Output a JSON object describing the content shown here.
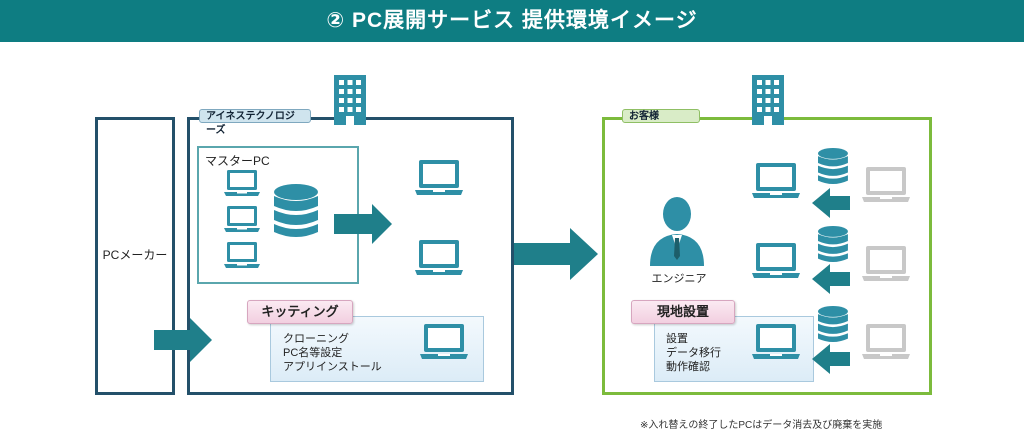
{
  "title": "② PC展開サービス 提供環境イメージ",
  "pc_maker": "PCメーカー",
  "aine_tech": "アイネステクノロジーズ",
  "master_pc": "マスターPC",
  "customer": "お客様",
  "engineer": "エンジニア",
  "kitting": {
    "label": "キッティング",
    "items": [
      "クローニング",
      "PC名等設定",
      "アプリインストール"
    ]
  },
  "onsite": {
    "label": "現地設置",
    "items": [
      "設置",
      "データ移行",
      "動作確認"
    ]
  },
  "footnote": "※入れ替えの終了したPCはデータ消去及び廃棄を実施",
  "colors": {
    "header": "#0e7d82",
    "teal": "#1f7f8a",
    "laptop_active": "#2e8fa6",
    "laptop_old": "#c8c8c8",
    "it_border": "#23506a",
    "customer_border": "#7cbb3c"
  }
}
